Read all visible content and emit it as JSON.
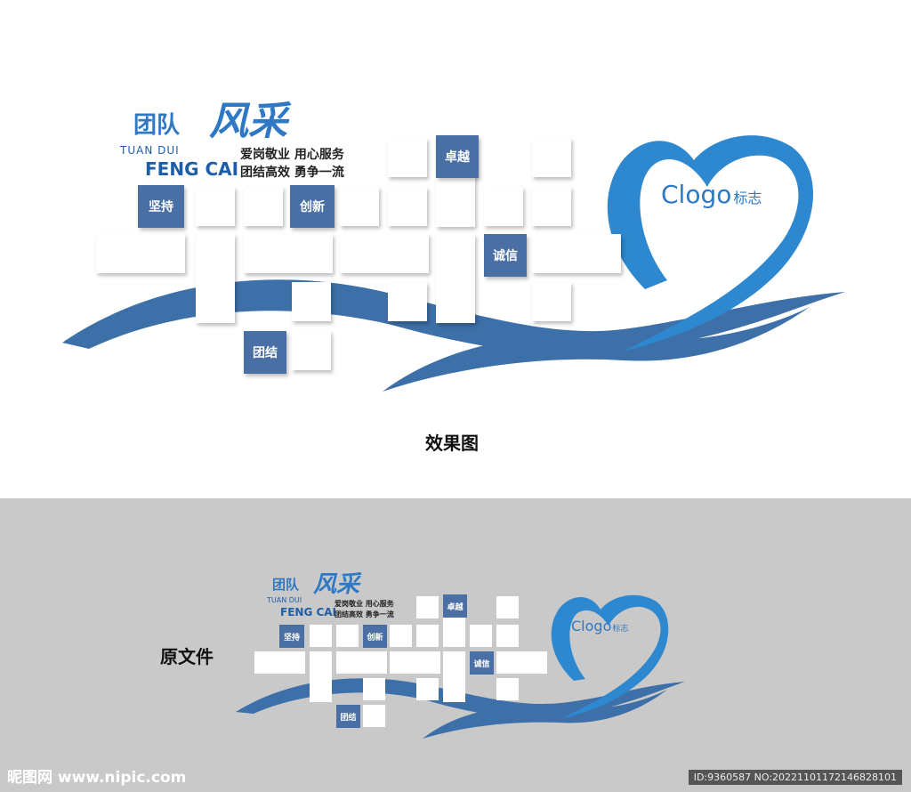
{
  "title": {
    "cn_pre": "团队",
    "cn_main": "风采",
    "pinyin_1": "TUAN DUI",
    "pinyin_2": "FENG CAI"
  },
  "slogan": {
    "line1": "爱岗敬业  用心服务",
    "line2": "团结高效  勇争一流"
  },
  "values": {
    "jianchi": "坚持",
    "chuangxin": "创新",
    "zhuoyue": "卓越",
    "chengxin": "诚信",
    "tuanjie": "团结"
  },
  "logo": {
    "text": "Clogo",
    "label": "标志"
  },
  "captions": {
    "effect": "效果图",
    "original": "原文件"
  },
  "watermark": {
    "left": "昵图网 www.nipic.com",
    "right": "ID:9360587 NO:20221101172146828101"
  },
  "colors": {
    "blue_tile": "#4a6fa5",
    "blue_accent": "#2e78c4",
    "gray_bg": "#c9c9c9"
  }
}
